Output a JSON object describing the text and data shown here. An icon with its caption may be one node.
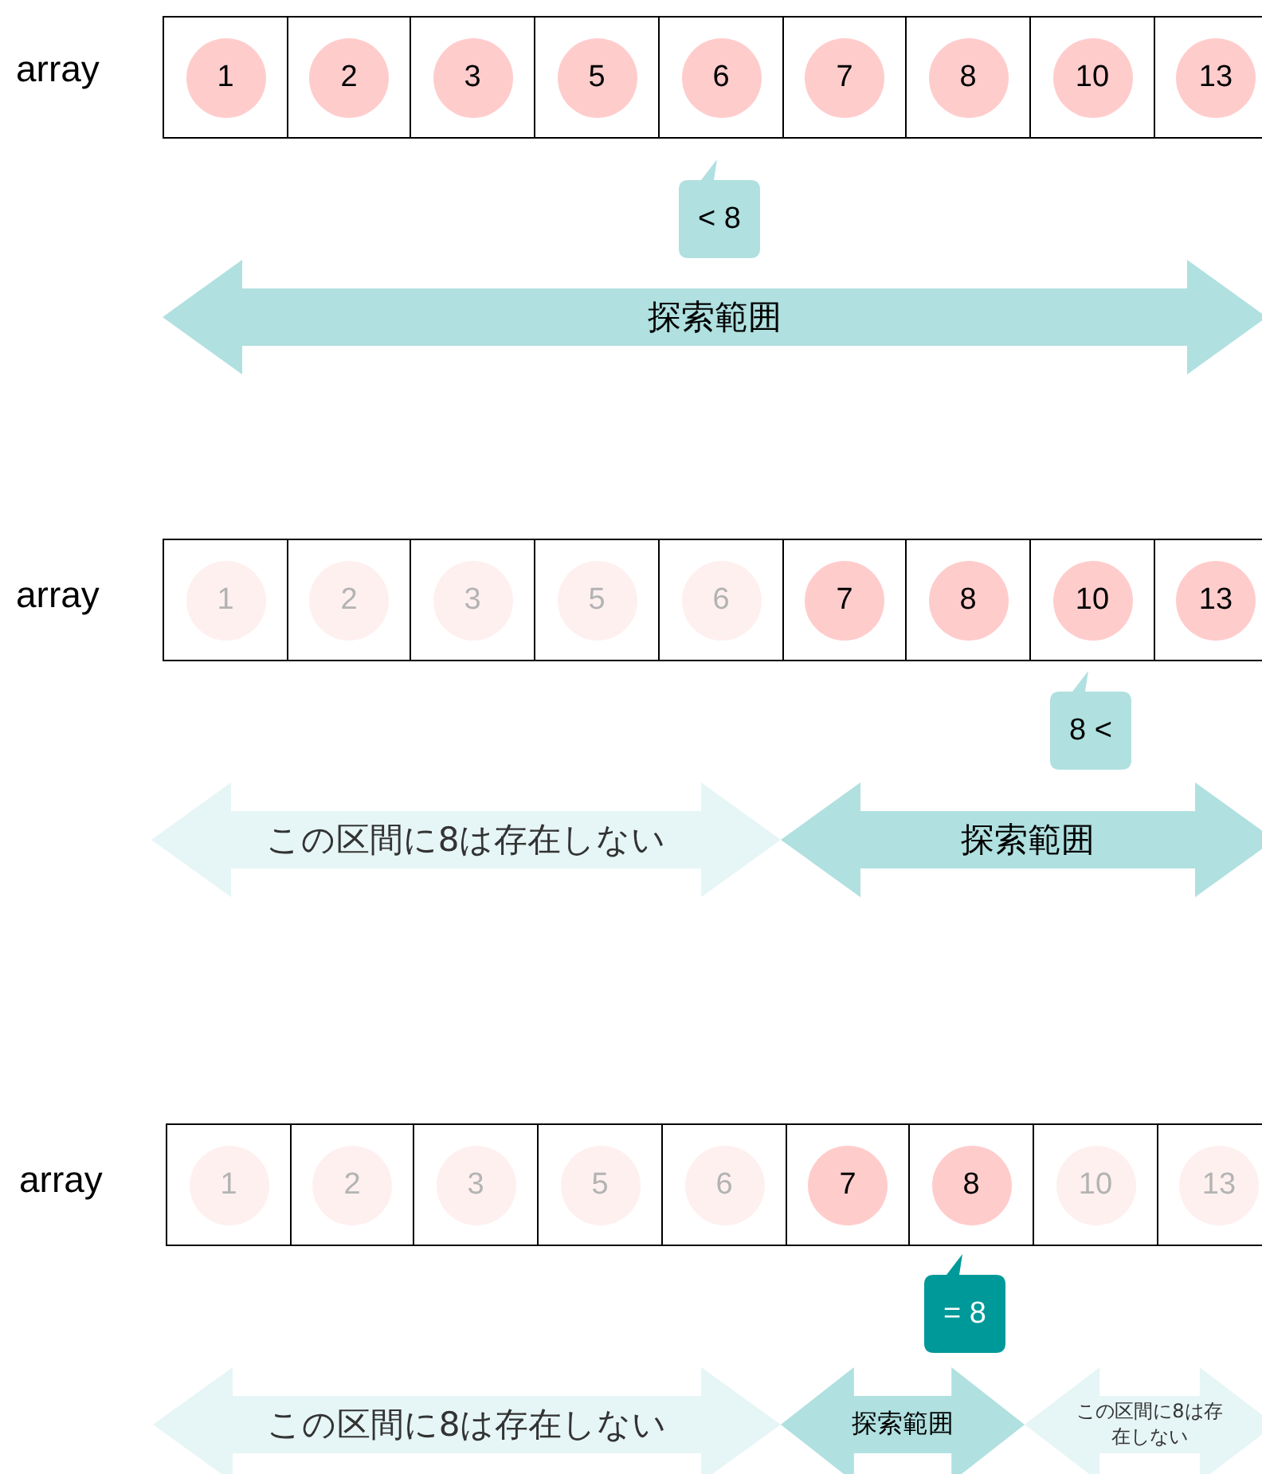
{
  "diagram": {
    "nodes": [
      {
        "text": [
          "1"
        ]
      },
      {
        "text": [
          "2"
        ]
      },
      {
        "text": [
          "3"
        ]
      },
      {
        "text": [
          "5"
        ]
      },
      {
        "text": [
          "6"
        ]
      },
      {
        "text": [
          "7"
        ]
      },
      {
        "text": [
          "8"
        ]
      },
      {
        "text": [
          "10"
        ]
      },
      {
        "text": [
          "13"
        ]
      },
      {
        "text": [
          "< 8"
        ]
      },
      {
        "text": [
          "探索範囲"
        ]
      },
      {
        "text": [
          "1"
        ]
      },
      {
        "text": [
          "2"
        ]
      },
      {
        "text": [
          "3"
        ]
      },
      {
        "text": [
          "5"
        ]
      },
      {
        "text": [
          "6"
        ]
      },
      {
        "text": [
          "7"
        ]
      },
      {
        "text": [
          "8"
        ]
      },
      {
        "text": [
          "10"
        ]
      },
      {
        "text": [
          "13"
        ]
      },
      {
        "text": [
          "8 <"
        ]
      },
      {
        "text": [
          "この区間に8は存在しない"
        ]
      },
      {
        "text": [
          "探索範囲"
        ]
      },
      {
        "text": [
          "1"
        ]
      },
      {
        "text": [
          "2"
        ]
      },
      {
        "text": [
          "3"
        ]
      },
      {
        "text": [
          "5"
        ]
      },
      {
        "text": [
          "6"
        ]
      },
      {
        "text": [
          "7"
        ]
      },
      {
        "text": [
          "8"
        ]
      },
      {
        "text": [
          "10"
        ]
      },
      {
        "text": [
          "13"
        ]
      },
      {
        "text": [
          "= 8"
        ]
      },
      {
        "text": [
          "この区間に8は存在しない"
        ]
      },
      {
        "text": [
          "探索範囲"
        ]
      },
      {
        "text": [
          "この区間に8は存在しない"
        ]
      }
    ],
    "labels": [
      "array",
      "array",
      "array"
    ]
  }
}
